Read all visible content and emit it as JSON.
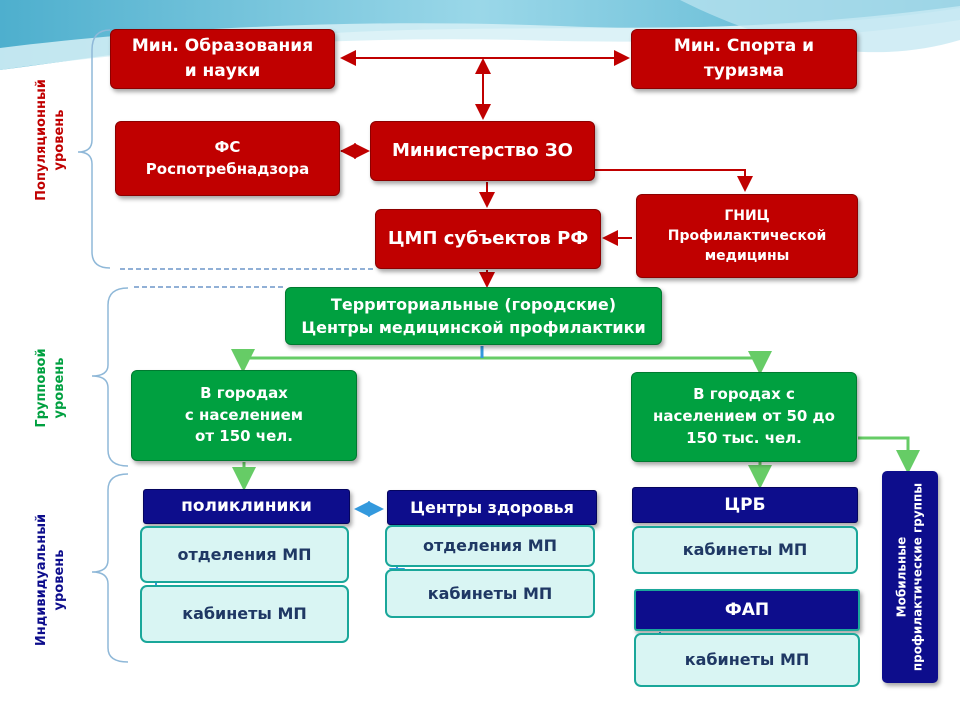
{
  "levels": {
    "population": [
      "Популяционный",
      "уровень"
    ],
    "group": [
      "Групповой",
      "уровень"
    ],
    "individual": [
      "Индивидуальный",
      "уровень"
    ]
  },
  "nodes": {
    "min_education": [
      "Мин. Образования",
      "и науки"
    ],
    "min_sport": [
      "Мин. Спорта и",
      "туризма"
    ],
    "fs_rpn": [
      "ФС",
      "Роспотребнадзора"
    ],
    "ministry_zo": "Министерство ЗО",
    "gnic": [
      "ГНИЦ",
      "Профилактической",
      "медицины"
    ],
    "cmp": "ЦМП субъектов РФ",
    "territorial": [
      "Территориальные (городские)",
      "Центры медицинской профилактики"
    ],
    "city_150": [
      "В городах",
      "с населением",
      "от 150 чел."
    ],
    "city_50_150": [
      "В городах с",
      "населением от 50 до",
      "150 тыс. чел."
    ],
    "polyclinics": "поликлиники",
    "health_centers": "Центры здоровья",
    "crb": "ЦРБ",
    "fap": "ФАП",
    "mobile_groups": [
      "Мобильные",
      "профилактические группы"
    ],
    "poly_departments": "отделения МП",
    "poly_cabinets": "кабинеты МП",
    "hc_departments": "отделения МП",
    "hc_cabinets": "кабинеты МП",
    "crb_cabinets": "кабинеты МП",
    "fap_cabinets": "кабинеты МП"
  },
  "colors": {
    "red": "#c00000",
    "green": "#00a040",
    "navy": "#0d0d8c",
    "cyan_fill": "#d9f5f3",
    "cyan_border": "#1aa79a",
    "arrow_red": "#c00000",
    "arrow_green": "#66cc66",
    "arrow_blue": "#3399dd"
  }
}
